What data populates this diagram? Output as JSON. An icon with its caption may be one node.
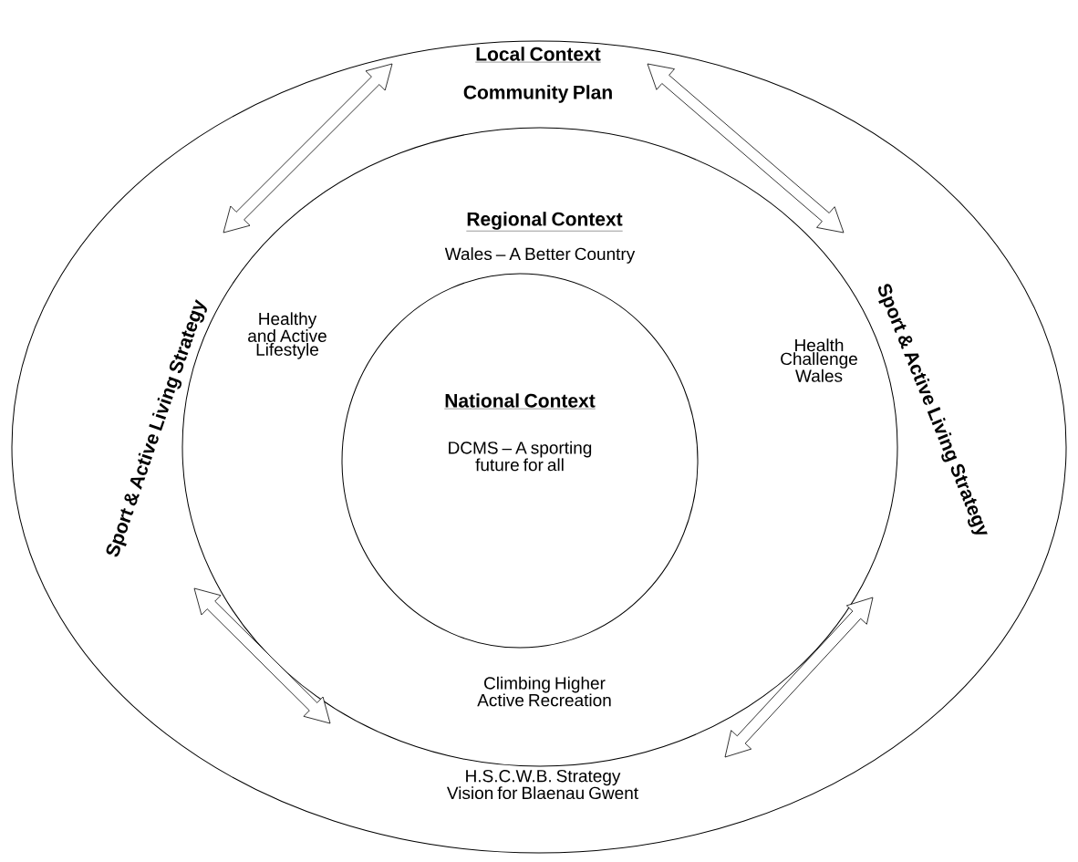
{
  "diagram": {
    "nodes": [
      {
        "text": [
          "Local Context",
          "Community Plan",
          "Sport & Active Living Strategy",
          "Sport & Active Living Strategy",
          "H.S.C.W.B. Strategy Vision for Blaenau Gwent"
        ]
      },
      {
        "text": [
          "Regional Context",
          "Wales – A Better Country",
          "Healthy and Active Lifestyle",
          "Health Challenge Wales",
          "Climbing Higher Active Recreation"
        ],
        "in": 0
      },
      {
        "text": [
          "National Context",
          "DCMS – A sporting future for all"
        ],
        "in": 1
      }
    ]
  }
}
